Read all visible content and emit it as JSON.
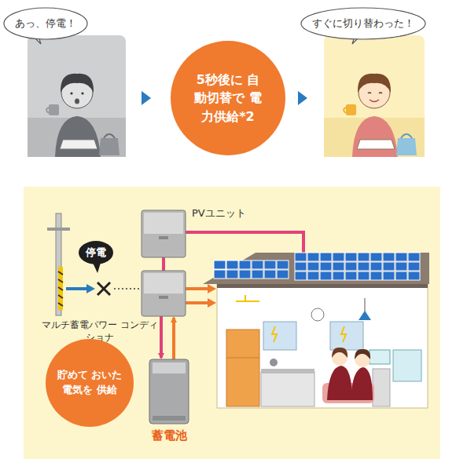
{
  "diagram": {
    "nodes": [
      {
        "text": [
          "あっ、停電！"
        ]
      },
      {
        "text": [
          "5秒後に 自動切替で 電力供給*2"
        ]
      },
      {
        "text": [
          "すぐに切り替わった！"
        ]
      },
      {
        "text": [
          "PVユニット"
        ]
      },
      {
        "text": [
          "停電"
        ]
      },
      {
        "text": [
          "マルチ蓄電パワー コンディショナ"
        ]
      },
      {
        "text": [
          "貯めて おいた電気を 供給"
        ]
      },
      {
        "text": [
          "蓄電池"
        ]
      }
    ],
    "edges": [
      {
        "from": 3,
        "to": 5,
        "arrow": "none"
      },
      {
        "from": 5,
        "to": 7,
        "arrow": "to"
      },
      {
        "from": 7,
        "to": 5,
        "arrow": "to"
      }
    ]
  }
}
